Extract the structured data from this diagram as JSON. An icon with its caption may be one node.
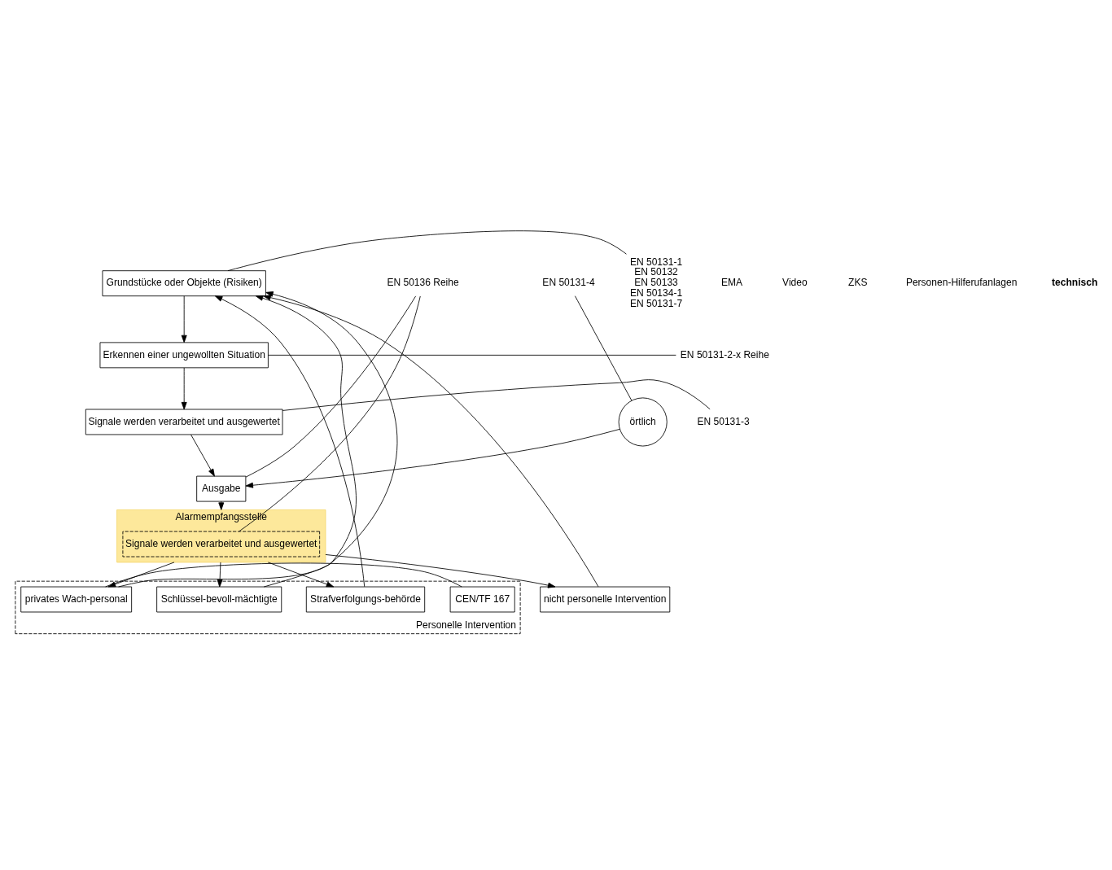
{
  "diagram": {
    "nodes": [
      {
        "text": [
          "Grundstücke oder Objekte (Risiken)"
        ]
      },
      {
        "text": [
          "Erkennen einer ungewollten Situation"
        ]
      },
      {
        "text": [
          "Signale werden verarbeitet und ausgewertet"
        ]
      },
      {
        "text": [
          "Ausgabe"
        ]
      },
      {
        "text": [
          "örtlich"
        ]
      },
      {
        "text": [
          "EN 50131-1",
          "EN 50132",
          "EN 50133",
          "EN 50134-1",
          "EN 50131-7"
        ]
      },
      {
        "text": [
          "EN 50131-2-x Reihe"
        ]
      },
      {
        "text": [
          "EN 50131-3"
        ]
      },
      {
        "text": [
          "EN 50136 Reihe"
        ]
      },
      {
        "text": [
          "EN 50131-4"
        ]
      },
      {
        "text": [
          "Personelle Intervention"
        ]
      },
      {
        "text": [
          "CEN/TF 167"
        ],
        "in": 10
      },
      {
        "text": [
          "Strafverfolgungs-behörde"
        ],
        "in": 10
      },
      {
        "text": [
          "Schlüssel-bevoll-mächtigte"
        ],
        "in": 10
      },
      {
        "text": [
          "privates Wach-personal"
        ],
        "in": 10
      },
      {
        "text": [
          "nicht personelle Intervention"
        ]
      },
      {
        "text": [
          "Alarmempfangsstelle"
        ]
      },
      {
        "text": [
          "Signale werden verarbeitet und ausgewertet"
        ],
        "in": 16
      }
    ],
    "edges": [
      {
        "from": 0,
        "to": 1,
        "arrow": "to"
      },
      {
        "from": 1,
        "to": 2,
        "arrow": "to"
      },
      {
        "from": 2,
        "to": 3,
        "arrow": "to"
      },
      {
        "from": 4,
        "to": 3,
        "arrow": "to"
      },
      {
        "from": 3,
        "to": 16,
        "arrow": "to"
      },
      {
        "from": 16,
        "to": 12,
        "arrow": "to"
      },
      {
        "from": 16,
        "to": 13,
        "arrow": "to"
      },
      {
        "from": 16,
        "to": 14,
        "arrow": "to"
      },
      {
        "from": 16,
        "to": 15,
        "arrow": "to"
      },
      {
        "from": 15,
        "to": 0,
        "arrow": "to"
      },
      {
        "from": 12,
        "to": 0,
        "arrow": "to"
      },
      {
        "from": 13,
        "to": 0,
        "arrow": "to"
      },
      {
        "from": 14,
        "to": 0,
        "arrow": "to"
      },
      {
        "from": 5,
        "to": 0,
        "arrow": "none"
      },
      {
        "from": 6,
        "to": 1,
        "arrow": "none"
      },
      {
        "from": 7,
        "to": 2,
        "arrow": "none"
      },
      {
        "from": 8,
        "to": 3,
        "arrow": "none"
      },
      {
        "from": 8,
        "to": 17,
        "arrow": "none"
      },
      {
        "from": 9,
        "to": 4,
        "arrow": "none"
      },
      {
        "from": 11,
        "to": 14,
        "arrow": "none"
      }
    ],
    "labels": [
      "EMA",
      "Video",
      "ZKS",
      "Personen-Hilferufanlagen",
      "technisch"
    ]
  }
}
